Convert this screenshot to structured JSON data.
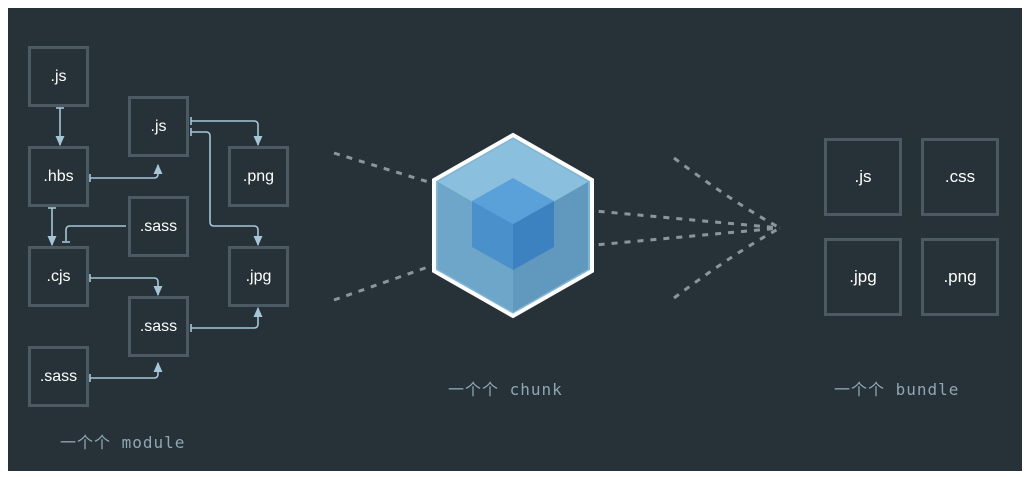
{
  "modules": {
    "m1": ".js",
    "m2": ".js",
    "m3": ".hbs",
    "m4": ".png",
    "m5": ".sass",
    "m6": ".cjs",
    "m7": ".jpg",
    "m8": ".sass",
    "m9": ".sass"
  },
  "bundle_files": {
    "b1": ".js",
    "b2": ".css",
    "b3": ".jpg",
    "b4": ".png"
  },
  "captions": {
    "module": "一个个 module",
    "chunk": "一个个 chunk",
    "bundle": "一个个 bundle"
  },
  "colors": {
    "background": "#263238",
    "box_border": "#4b5a63",
    "arrow": "#a5c6d6",
    "dots": "#8a969c",
    "caption": "#8fa7b3",
    "cube_outer": "#8ed6fb",
    "cube_inner": "#1c78c0"
  },
  "icons": {
    "center_logo": "webpack-cube-icon"
  }
}
